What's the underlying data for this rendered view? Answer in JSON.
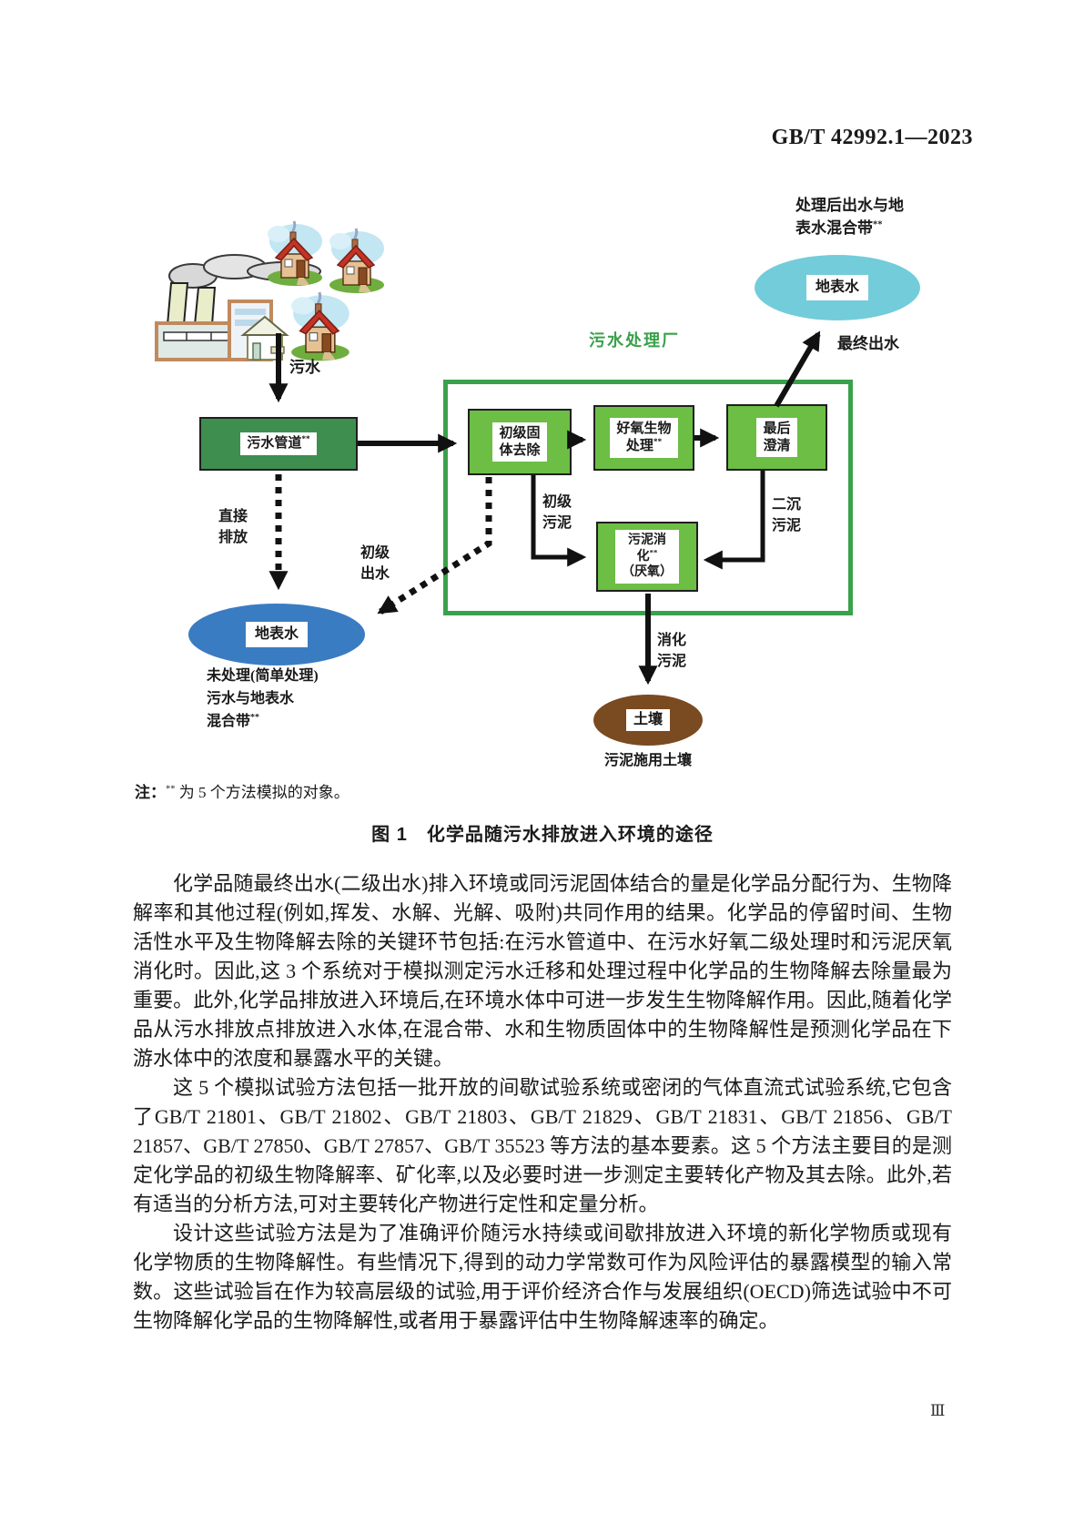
{
  "header": {
    "standard_number": "GB/T 42992.1—2023"
  },
  "diagram": {
    "plant_label": "污水处理厂",
    "boxes": {
      "sewer": {
        "line1": "污水管道",
        "sup": "**"
      },
      "primary": {
        "line1": "初级固",
        "line2": "体去除"
      },
      "aerobic": {
        "line1": "好氧生物",
        "line2": "处理",
        "sup": "**"
      },
      "final": {
        "line1": "最后",
        "line2": "澄清"
      },
      "digestion": {
        "line1": "污泥消",
        "line2": "化",
        "sup": "**",
        "line3": "（厌氧）"
      }
    },
    "ellipses": {
      "surface_water_top": "地表水",
      "surface_water_left": "地表水",
      "soil": "土壤"
    },
    "labels": {
      "sewage": "污水",
      "direct_discharge": [
        "直接",
        "排放"
      ],
      "primary_effluent": [
        "初级",
        "出水"
      ],
      "primary_sludge": [
        "初级",
        "污泥"
      ],
      "secondary_sludge": [
        "二沉",
        "污泥"
      ],
      "digested_sludge": [
        "消化",
        "污泥"
      ],
      "final_effluent": "最终出水",
      "treated_mixing_zone_line1": "处理后出水与地",
      "treated_mixing_zone_line2": "表水混合带",
      "treated_mixing_zone_sup": "**",
      "untreated_mixing_zone_line1": "未处理(简单处理)",
      "untreated_mixing_zone_line2": "污水与地表水",
      "untreated_mixing_zone_line3": "混合带",
      "untreated_mixing_zone_sup": "**",
      "sludge_soil": "污泥施用土壤"
    },
    "colors": {
      "plant_border_green": "#3aa14b",
      "box_light_green": "#6cbe45",
      "box_dark_green": "#3e8e4f",
      "surface_water_cyan": "#73ccd9",
      "surface_water_blue": "#3a7cc2",
      "soil_brown": "#7a4a21",
      "arrow_black": "#111111"
    }
  },
  "note": {
    "prefix": "注：",
    "sup": "**",
    "text": "为 5 个方法模拟的对象。"
  },
  "figure_caption": "图 1　化学品随污水排放进入环境的途径",
  "paragraphs": [
    "化学品随最终出水(二级出水)排入环境或同污泥固体结合的量是化学品分配行为、生物降解率和其他过程(例如,挥发、水解、光解、吸附)共同作用的结果。化学品的停留时间、生物活性水平及生物降解去除的关键环节包括:在污水管道中、在污水好氧二级处理时和污泥厌氧消化时。因此,这 3 个系统对于模拟测定污水迁移和处理过程中化学品的生物降解去除量最为重要。此外,化学品排放进入环境后,在环境水体中可进一步发生生物降解作用。因此,随着化学品从污水排放点排放进入水体,在混合带、水和生物质固体中的生物降解性是预测化学品在下游水体中的浓度和暴露水平的关键。",
    "这 5 个模拟试验方法包括一批开放的间歇试验系统或密闭的气体直流式试验系统,它包含了GB/T 21801、GB/T 21802、GB/T 21803、GB/T 21829、GB/T 21831、GB/T 21856、GB/T 21857、GB/T 27850、GB/T 27857、GB/T 35523 等方法的基本要素。这 5 个方法主要目的是测定化学品的初级生物降解率、矿化率,以及必要时进一步测定主要转化产物及其去除。此外,若有适当的分析方法,可对主要转化产物进行定性和定量分析。",
    "设计这些试验方法是为了准确评价随污水持续或间歇排放进入环境的新化学物质或现有化学物质的生物降解性。有些情况下,得到的动力学常数可作为风险评估的暴露模型的输入常数。这些试验旨在作为较高层级的试验,用于评价经济合作与发展组织(OECD)筛选试验中不可生物降解化学品的生物降解性,或者用于暴露评估中生物降解速率的确定。"
  ],
  "page_number": "Ⅲ"
}
